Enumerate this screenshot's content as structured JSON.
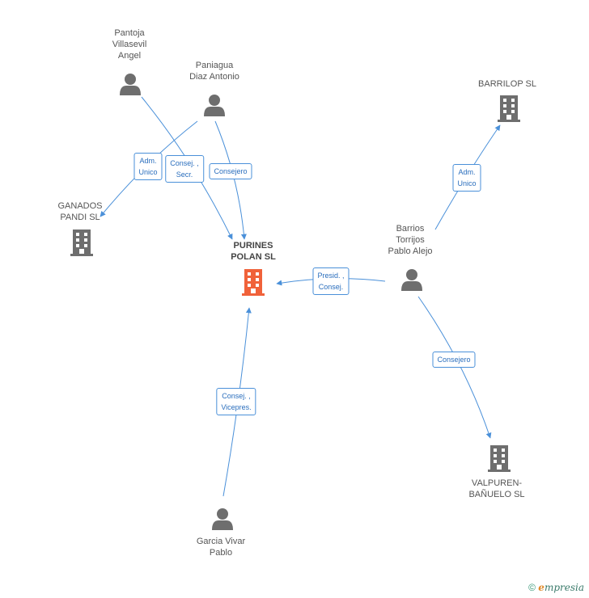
{
  "colors": {
    "edge": "#4a90d9",
    "person": "#6e6e6e",
    "company": "#6e6e6e",
    "main_company": "#f0623a"
  },
  "nodes": {
    "pantoja": {
      "lines": [
        "Pantoja",
        "Villasevil",
        "Angel"
      ],
      "kind": "person"
    },
    "paniagua": {
      "lines": [
        "Paniagua",
        "Diaz Antonio"
      ],
      "kind": "person"
    },
    "barrilop": {
      "lines": [
        "BARRILOP SL"
      ],
      "kind": "company"
    },
    "ganados": {
      "lines": [
        "GANADOS",
        "PANDI SL"
      ],
      "kind": "company"
    },
    "purines": {
      "lines": [
        "PURINES",
        "POLAN SL"
      ],
      "kind": "main_company"
    },
    "barrios": {
      "lines": [
        "Barrios",
        "Torrijos",
        "Pablo Alejo"
      ],
      "kind": "person"
    },
    "valpuren": {
      "lines": [
        "VALPUREN-",
        "BAÑUELO SL"
      ],
      "kind": "company"
    },
    "garcia": {
      "lines": [
        "Garcia Vivar",
        "Pablo"
      ],
      "kind": "person"
    }
  },
  "edges": [
    {
      "id": "paniagua-ganados",
      "lines": [
        "Adm.",
        "Unico"
      ]
    },
    {
      "id": "pantoja-purines",
      "lines": [
        "Consej. ,",
        "Secr."
      ]
    },
    {
      "id": "paniagua-purines",
      "lines": [
        "Consejero"
      ]
    },
    {
      "id": "barrios-barrilop",
      "lines": [
        "Adm.",
        "Unico"
      ]
    },
    {
      "id": "barrios-purines",
      "lines": [
        "Presid. ,",
        "Consej."
      ]
    },
    {
      "id": "barrios-valpuren",
      "lines": [
        "Consejero"
      ]
    },
    {
      "id": "garcia-purines",
      "lines": [
        "Consej. ,",
        "Vicepres."
      ]
    }
  ],
  "footer": {
    "copyright_symbol": "©",
    "brand_initial": "e",
    "brand_rest": "mpresia"
  }
}
